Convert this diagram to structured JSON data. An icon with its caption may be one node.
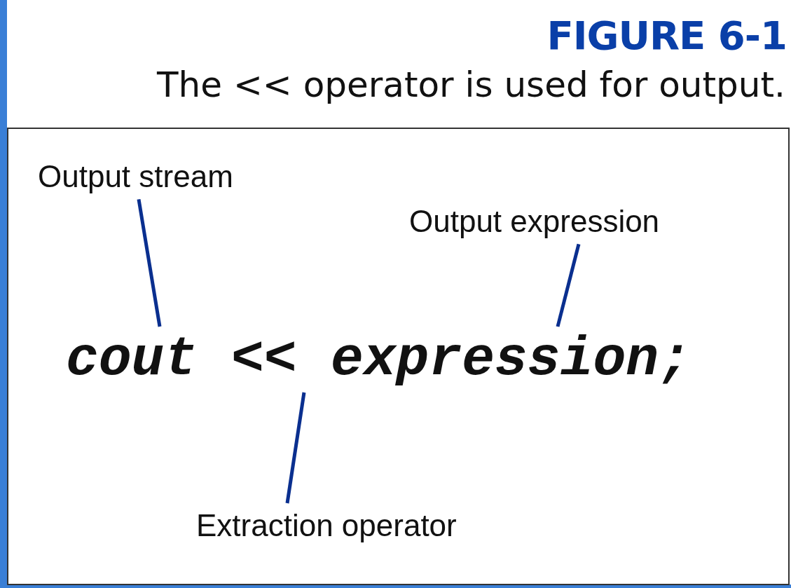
{
  "diagram": {
    "title": "FIGURE 6-1",
    "caption": "The << operator is used for output.",
    "nodes": [
      {
        "text": [],
        "shape": "box"
      },
      {
        "text": [
          "Output stream"
        ],
        "in": 0
      },
      {
        "text": [
          "Output expression"
        ],
        "in": 0
      },
      {
        "text": [
          "cout"
        ],
        "in": 0
      },
      {
        "text": [
          "<<"
        ],
        "in": 0
      },
      {
        "text": [
          "expression;"
        ],
        "in": 0
      },
      {
        "text": [
          "Extraction operator"
        ],
        "in": 0
      }
    ],
    "edges": [
      {
        "from": 1,
        "to": 3,
        "arrow": "none"
      },
      {
        "from": 2,
        "to": 5,
        "arrow": "none"
      },
      {
        "from": 6,
        "to": 4,
        "arrow": "none"
      }
    ]
  }
}
